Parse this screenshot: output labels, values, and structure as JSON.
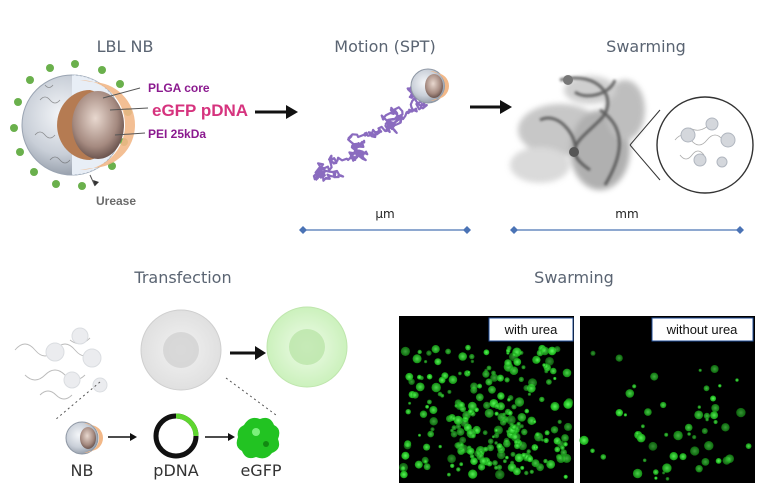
{
  "titles": {
    "lbl_nb": "LBL NB",
    "motion": "Motion (SPT)",
    "swarming_top": "Swarming",
    "transfection": "Transfection",
    "swarming_bottom": "Swarming"
  },
  "nb_labels": {
    "core": "PLGA core",
    "pdna": "eGFP pDNA",
    "pei": "PEI 25kDa",
    "urease": "Urease"
  },
  "scales": {
    "micro": "µm",
    "milli": "mm"
  },
  "transfection_steps": [
    "NB",
    "pDNA",
    "eGFP"
  ],
  "panels": {
    "with_urea": "with urea",
    "without_urea": "without urea"
  },
  "colors": {
    "title": "#5a6472",
    "label_purple": "#8b1a8f",
    "label_pink": "#d6337e",
    "trajectory": "#8a6bbf",
    "scale_line": "#4a73b5",
    "fluor_green": "#22d622",
    "panel_bg": "#000000"
  }
}
